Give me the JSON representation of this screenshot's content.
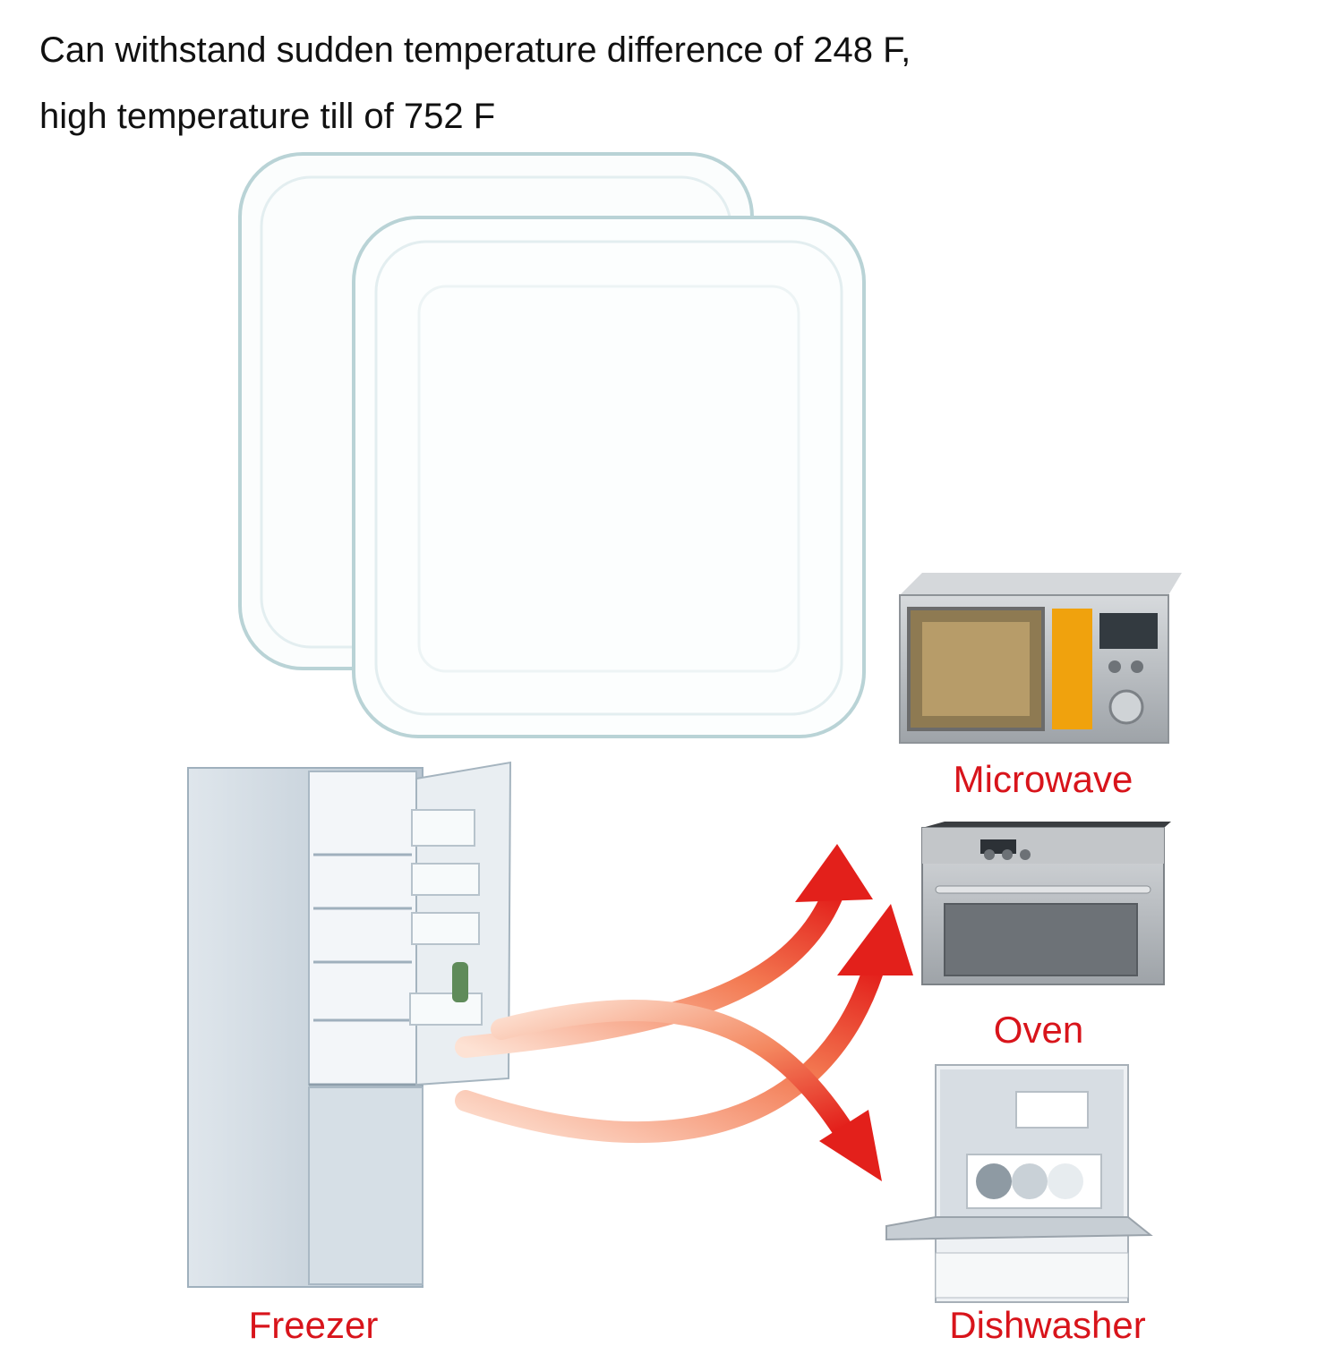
{
  "headline": {
    "line1": "Can withstand sudden temperature difference of 248 F,",
    "line2": "high temperature till of 752 F"
  },
  "labels": {
    "microwave": "Microwave",
    "oven": "Oven",
    "dishwasher": "Dishwasher",
    "freezer": "Freezer"
  },
  "colors": {
    "label_red": "#d8141b",
    "arrow_red": "#e3201b",
    "arrow_light": "#fbd3c0",
    "glass_edge": "#b9d3d6",
    "fridge_body": "#c9d4dd",
    "appliance_steel": "#b4b8bc",
    "microwave_accent": "#f0a20d"
  }
}
